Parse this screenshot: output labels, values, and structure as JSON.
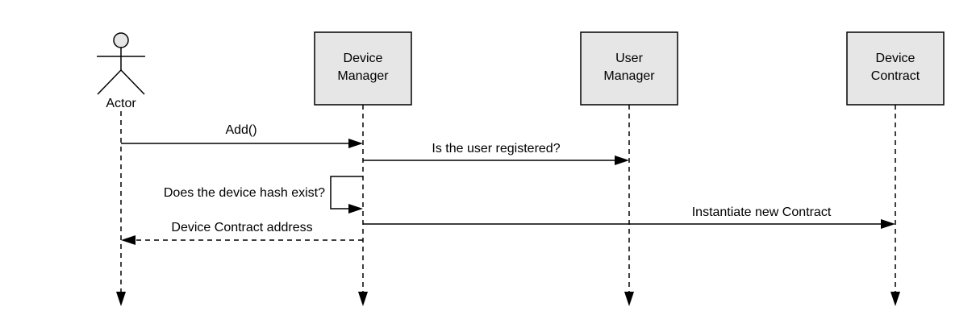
{
  "diagram": {
    "type": "sequence",
    "participants": [
      {
        "id": "actor",
        "kind": "actor",
        "label": "Actor"
      },
      {
        "id": "device_manager",
        "kind": "box",
        "label_lines": [
          "Device",
          "Manager"
        ]
      },
      {
        "id": "user_manager",
        "kind": "box",
        "label_lines": [
          "User",
          "Manager"
        ]
      },
      {
        "id": "device_contract",
        "kind": "box",
        "label_lines": [
          "Device",
          "Contract"
        ]
      }
    ],
    "messages": [
      {
        "from": "actor",
        "to": "device_manager",
        "label": "Add()",
        "style": "solid"
      },
      {
        "from": "device_manager",
        "to": "user_manager",
        "label": "Is the user registered?",
        "style": "solid"
      },
      {
        "from": "device_manager",
        "to": "device_manager",
        "label": "Does the device hash exist?",
        "style": "self"
      },
      {
        "from": "device_manager",
        "to": "device_contract",
        "label": "Instantiate new Contract",
        "style": "solid"
      },
      {
        "from": "device_manager",
        "to": "actor",
        "label": "Device Contract address",
        "style": "dashed"
      }
    ],
    "colors": {
      "box_fill": "#e6e6e6",
      "actor_head_fill": "#e6e6e6",
      "stroke": "#000000",
      "background": "#ffffff"
    }
  }
}
